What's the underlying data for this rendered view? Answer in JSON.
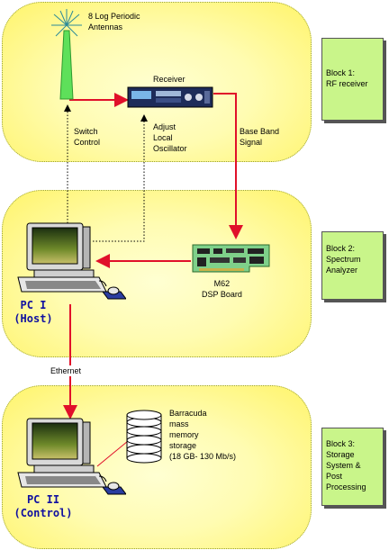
{
  "antenna": {
    "label": "8 Log Periodic\nAntennas"
  },
  "receiver": {
    "label": "Receiver"
  },
  "switch_control": {
    "label": "Switch\nControl"
  },
  "adjust_lo": {
    "label": "Adjust\nLocal\nOscillator"
  },
  "baseband": {
    "label": "Base Band\nSignal"
  },
  "dsp_board": {
    "label": "M62\nDSP Board"
  },
  "pc1": {
    "label": "PC I\n(Host)"
  },
  "ethernet": {
    "label": "Ethernet"
  },
  "storage": {
    "label": "Barracuda\nmass\nmemory\nstorage\n(18 GB- 130 Mb/s)"
  },
  "pc2": {
    "label": "PC II\n(Control)"
  },
  "blocks": [
    {
      "label": "Block 1:\nRF receiver"
    },
    {
      "label": "Block 2:\nSpectrum\nAnalyzer"
    },
    {
      "label": "Block 3:\nStorage\nSystem &\nPost\nProcessing"
    }
  ],
  "colors": {
    "signal_line": "#e0102a",
    "control_line": "#000000",
    "block_fill": "#c9f58a",
    "region_fill": "#fff46a",
    "pc_label": "#1010a0"
  }
}
